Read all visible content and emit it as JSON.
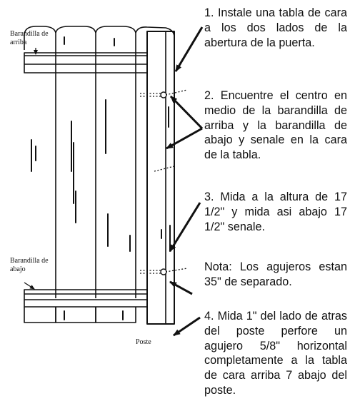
{
  "labels": {
    "top_rail": "Barandilla de arriba",
    "bottom_rail": "Barandilla de abajo",
    "post": "Poste"
  },
  "steps": [
    "1. Instale una tabla de cara a los dos lados de la abertura de la puerta.",
    "2. Encuentre el centro en medio de la barandilla de arriba y la barandilla de abajo y senale en la cara de la tabla.",
    "3. Mida a la altura de 17 1/2\" y mida asi abajo 17 1/2\" senale.",
    "4. Mida 1\" del lado de atras del poste perfore un agujero 5/8\" horizontal completamente a la tabla de cara arriba 7 abajo del poste."
  ],
  "note": "Nota: Los agujeros estan 35\" de separado."
}
